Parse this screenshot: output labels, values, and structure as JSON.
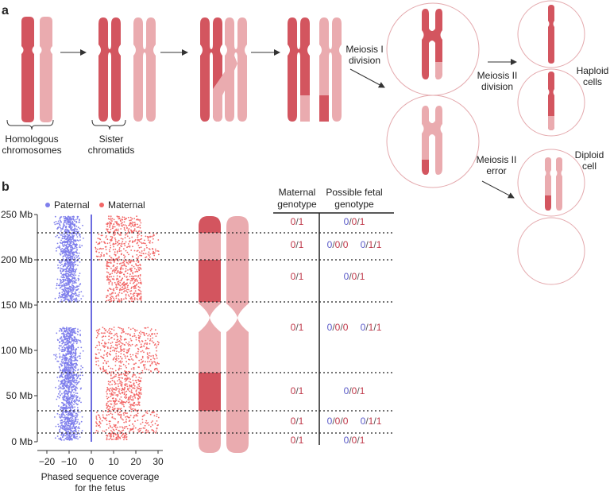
{
  "colors": {
    "dark": "#d3555f",
    "light": "#eaabaf",
    "paternal": "#7f7fec",
    "maternal": "#f26767",
    "mat_text": "#c0394a",
    "pat_text": "#5b5bc8",
    "cell_stroke": "#e4a9ad"
  },
  "panel_a": {
    "label": "a",
    "homologous": "Homologous chromosomes",
    "homologous_l1": "Homologous",
    "homologous_l2": "chromosomes",
    "sister_l1": "Sister",
    "sister_l2": "chromatids",
    "meiosis1_l1": "Meiosis I",
    "meiosis1_l2": "division",
    "meiosis2_l1": "Meiosis II",
    "meiosis2_l2": "division",
    "haploid_l1": "Haploid",
    "haploid_l2": "cells",
    "error_l1": "Meiosis II",
    "error_l2": "error",
    "diploid_l1": "Diploid",
    "diploid_l2": "cell"
  },
  "panel_b": {
    "label": "b",
    "legend": {
      "paternal": "Paternal",
      "maternal": "Maternal",
      "dot": "•"
    },
    "y_ticks": [
      "250 Mb",
      "200 Mb",
      "150 Mb",
      "100 Mb",
      "50 Mb",
      "0 Mb"
    ],
    "x_ticks": [
      "−20",
      "−10",
      "0",
      "10",
      "20",
      "30"
    ],
    "xlabel_l1": "Phased sequence coverage",
    "xlabel_l2": "for the fetus",
    "table": {
      "h1_l1": "Maternal",
      "h1_l2": "genotype",
      "h2_l1": "Possible fetal",
      "h2_l2": "genotype",
      "rows": [
        {
          "mat": [
            "0",
            "1"
          ],
          "fetal": [
            [
              [
                "0",
                "p"
              ],
              [
                "0",
                "m"
              ],
              [
                "1",
                "m"
              ]
            ]
          ]
        },
        {
          "mat": [
            "0",
            "1"
          ],
          "fetal": [
            [
              [
                "0",
                "p"
              ],
              [
                "0",
                "m"
              ],
              [
                "0",
                "m"
              ]
            ],
            [
              [
                "0",
                "p"
              ],
              [
                "1",
                "m"
              ],
              [
                "1",
                "m"
              ]
            ]
          ]
        },
        {
          "mat": [
            "0",
            "1"
          ],
          "fetal": [
            [
              [
                "0",
                "p"
              ],
              [
                "0",
                "m"
              ],
              [
                "1",
                "m"
              ]
            ]
          ]
        },
        {
          "mat": [
            "0",
            "1"
          ],
          "fetal": [
            [
              [
                "0",
                "p"
              ],
              [
                "0",
                "m"
              ],
              [
                "0",
                "m"
              ]
            ],
            [
              [
                "0",
                "p"
              ],
              [
                "1",
                "m"
              ],
              [
                "1",
                "m"
              ]
            ]
          ]
        },
        {
          "mat": [
            "0",
            "1"
          ],
          "fetal": [
            [
              [
                "0",
                "p"
              ],
              [
                "0",
                "m"
              ],
              [
                "1",
                "m"
              ]
            ]
          ]
        },
        {
          "mat": [
            "0",
            "1"
          ],
          "fetal": [
            [
              [
                "0",
                "p"
              ],
              [
                "0",
                "m"
              ],
              [
                "0",
                "m"
              ]
            ],
            [
              [
                "0",
                "p"
              ],
              [
                "1",
                "m"
              ],
              [
                "1",
                "m"
              ]
            ]
          ]
        },
        {
          "mat": [
            "0",
            "1"
          ],
          "fetal": [
            [
              [
                "0",
                "p"
              ],
              [
                "0",
                "m"
              ],
              [
                "1",
                "m"
              ]
            ]
          ]
        }
      ]
    }
  }
}
